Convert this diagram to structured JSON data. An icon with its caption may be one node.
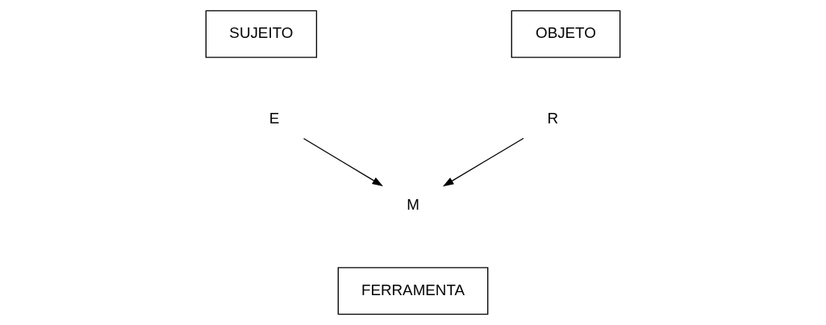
{
  "diagram": {
    "nodes": [
      {
        "text": [
          "SUJEITO"
        ]
      },
      {
        "text": [
          "OBJETO"
        ]
      },
      {
        "text": [
          "E"
        ]
      },
      {
        "text": [
          "R"
        ]
      },
      {
        "text": [
          "M"
        ]
      },
      {
        "text": [
          "FERRAMENTA"
        ]
      }
    ],
    "edges": [
      {
        "from": 2,
        "to": 4,
        "arrow": "to"
      },
      {
        "from": 3,
        "to": 4,
        "arrow": "to"
      }
    ]
  }
}
